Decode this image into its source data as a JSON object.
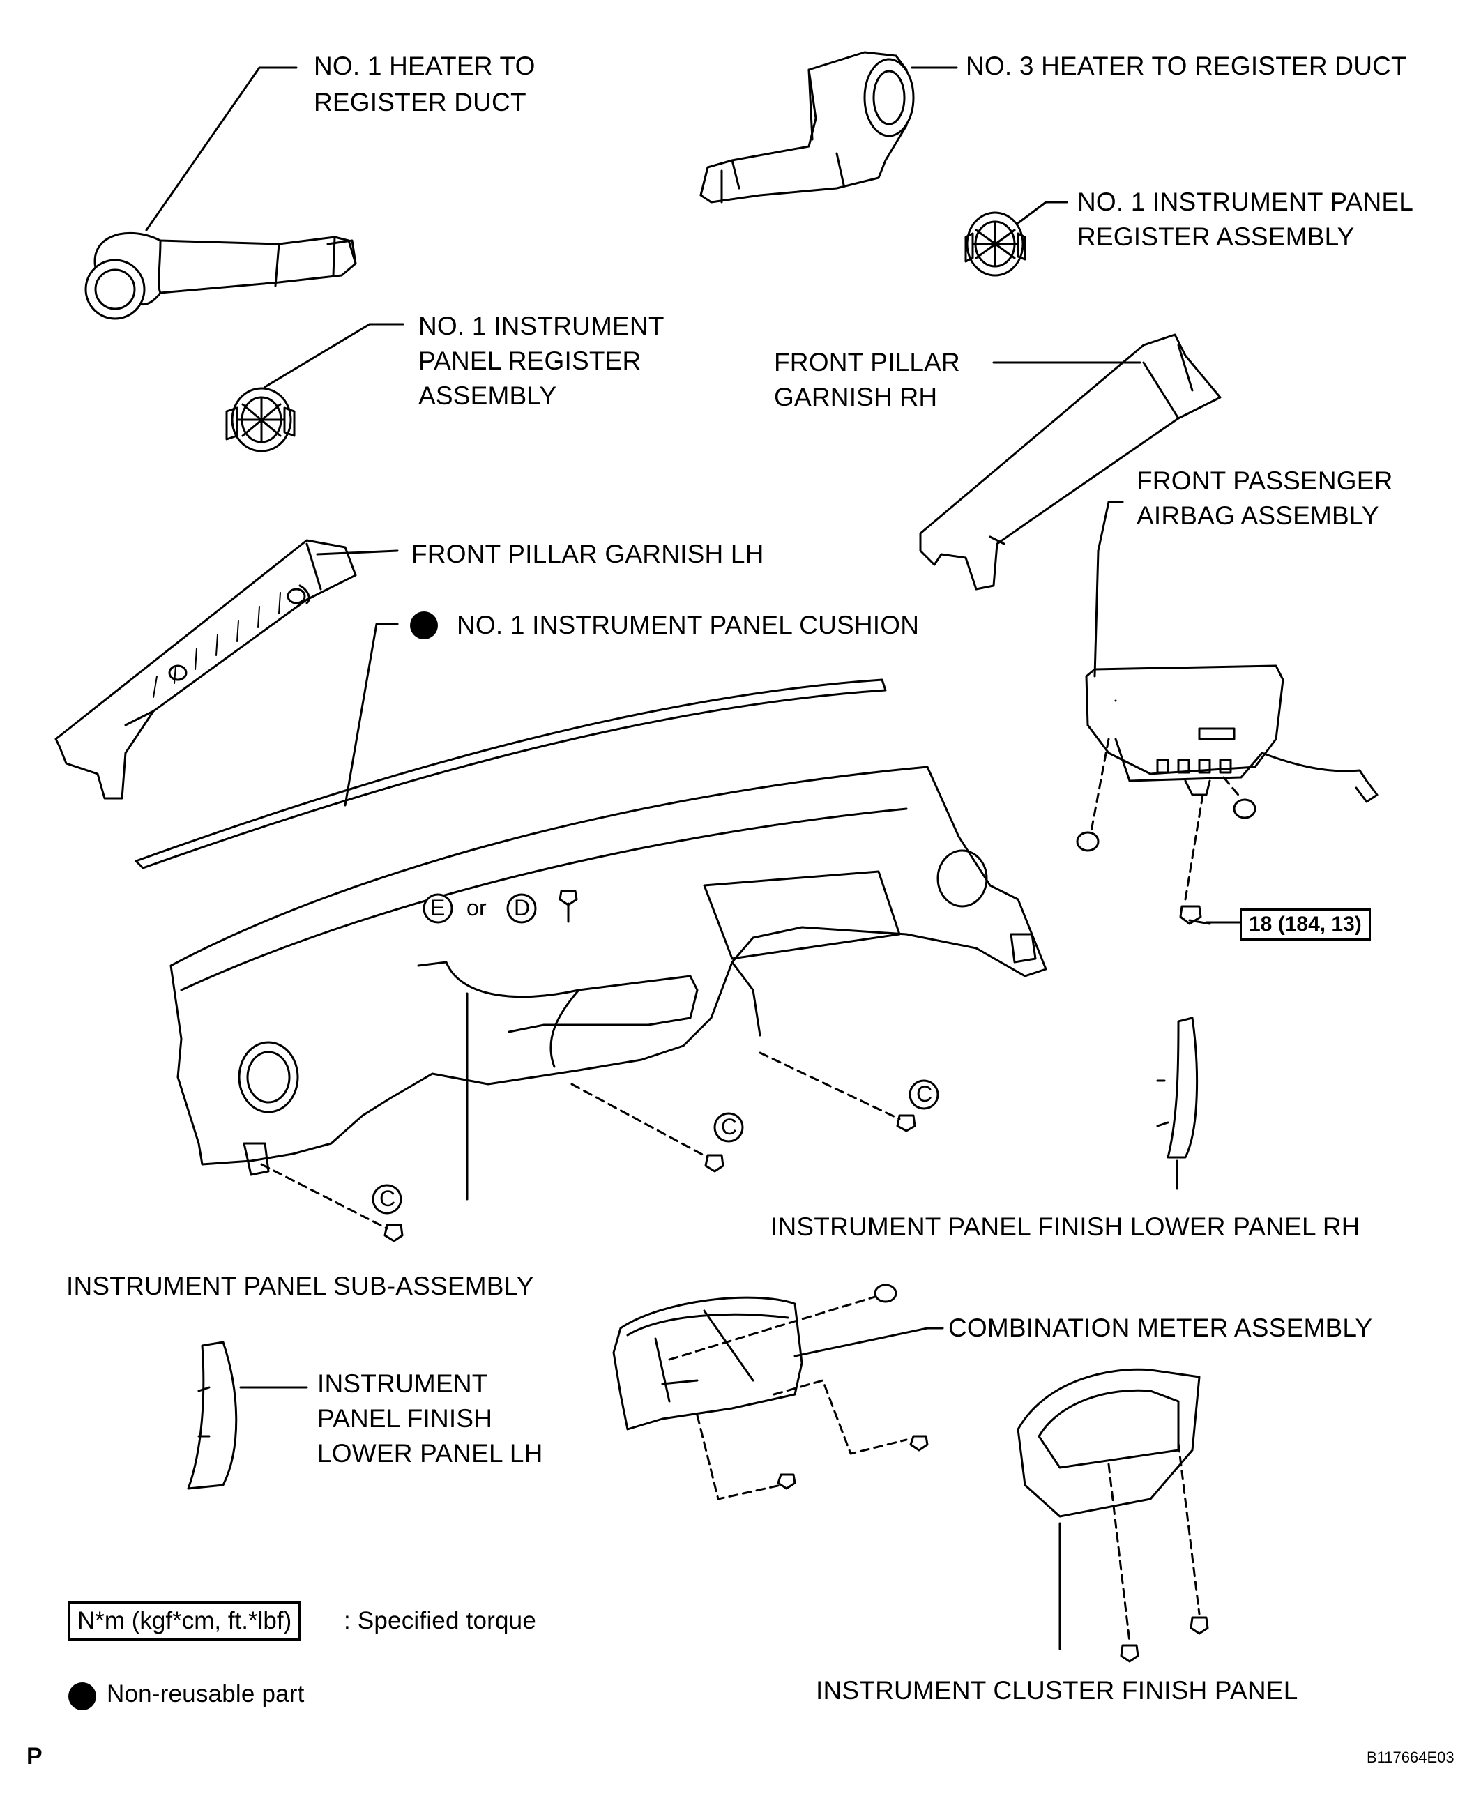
{
  "labels": {
    "heater_duct_1": [
      "NO. 1 HEATER TO",
      "REGISTER DUCT"
    ],
    "heater_duct_3": "NO. 3 HEATER TO REGISTER DUCT",
    "register_rh": [
      "NO. 1 INSTRUMENT PANEL",
      "REGISTER ASSEMBLY"
    ],
    "register_lh": [
      "NO. 1 INSTRUMENT",
      "PANEL REGISTER",
      "ASSEMBLY"
    ],
    "pillar_rh": [
      "FRONT PILLAR",
      "GARNISH RH"
    ],
    "airbag": [
      "FRONT PASSENGER",
      "AIRBAG ASSEMBLY"
    ],
    "pillar_lh": "FRONT PILLAR GARNISH LH",
    "cushion": "NO. 1 INSTRUMENT PANEL CUSHION",
    "finish_lower_rh": "INSTRUMENT PANEL FINISH LOWER PANEL RH",
    "panel_sub": "INSTRUMENT PANEL SUB-ASSEMBLY",
    "meter": "COMBINATION METER ASSEMBLY",
    "finish_lower_lh": [
      "INSTRUMENT",
      "PANEL FINISH",
      "LOWER PANEL LH"
    ],
    "cluster_finish": "INSTRUMENT CLUSTER FINISH PANEL"
  },
  "markers": {
    "e": "E",
    "or": "or",
    "d": "D",
    "c": "C"
  },
  "torque_value": "18 (184, 13)",
  "legend": {
    "torque_unit": "N*m (kgf*cm, ft.*lbf)",
    "torque_text": ": Specified torque",
    "nonreusable_text": "Non-reusable part"
  },
  "footer": {
    "page_letter": "P",
    "figure_code": "B117664E03"
  }
}
